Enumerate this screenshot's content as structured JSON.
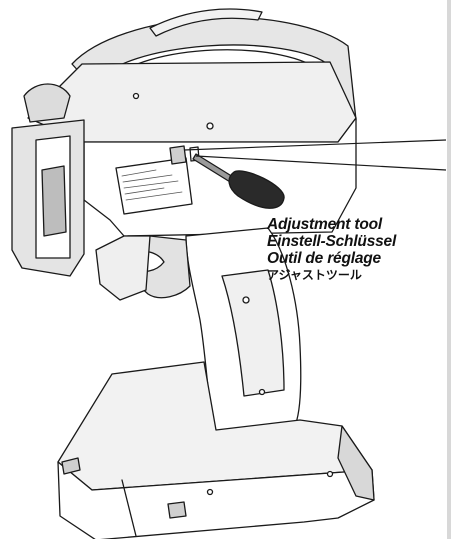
{
  "callout": {
    "lines": [
      "Adjustment tool",
      "Einstell-Schlüssel",
      "Outil de réglage",
      "アジャストツール"
    ]
  },
  "colors": {
    "outline": "#1a1a1a",
    "body_fill": "#ffffff",
    "shade_light": "#e4e4e4",
    "shade_mid": "#bdbdbd",
    "shade_dark": "#2a2a2a"
  }
}
